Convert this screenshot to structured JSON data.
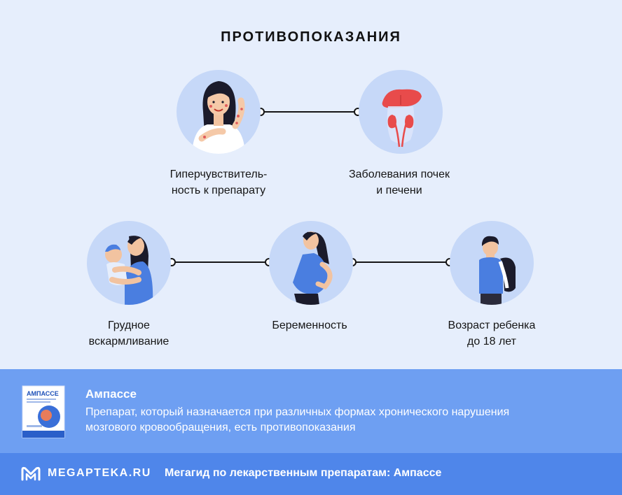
{
  "title": "ПРОТИВОПОКАЗАНИЯ",
  "items": [
    {
      "icon": "allergy-woman-icon",
      "line1": "Гиперчувствитель-",
      "line2": "ность к препарату"
    },
    {
      "icon": "kidney-liver-icon",
      "line1": "Заболевания почек",
      "line2": "и печени"
    },
    {
      "icon": "breastfeeding-icon",
      "line1": "Грудное",
      "line2": "вскармливание"
    },
    {
      "icon": "pregnancy-icon",
      "line1": "Беременность",
      "line2": ""
    },
    {
      "icon": "child-backpack-icon",
      "line1": "Возраст ребенка",
      "line2": "до 18 лет"
    }
  ],
  "product": {
    "name": "Ампассе",
    "box_label": "АМПАССЕ",
    "description_line1": "Препарат, который назначается при различных формах хронического нарушения",
    "description_line2": "мозгового кровообращения, есть противопоказания"
  },
  "footer": {
    "logo_text": "MEGAPTEKA.RU",
    "text": "Мегагид по лекарственным препаратам: Ампассе"
  },
  "colors": {
    "background": "#e6eefc",
    "circle": "#c6d8f8",
    "product_band": "#6e9ff2",
    "footer_band": "#4f86ea",
    "accent_blue": "#4a7ee0",
    "organ_red": "#e84b4b"
  }
}
